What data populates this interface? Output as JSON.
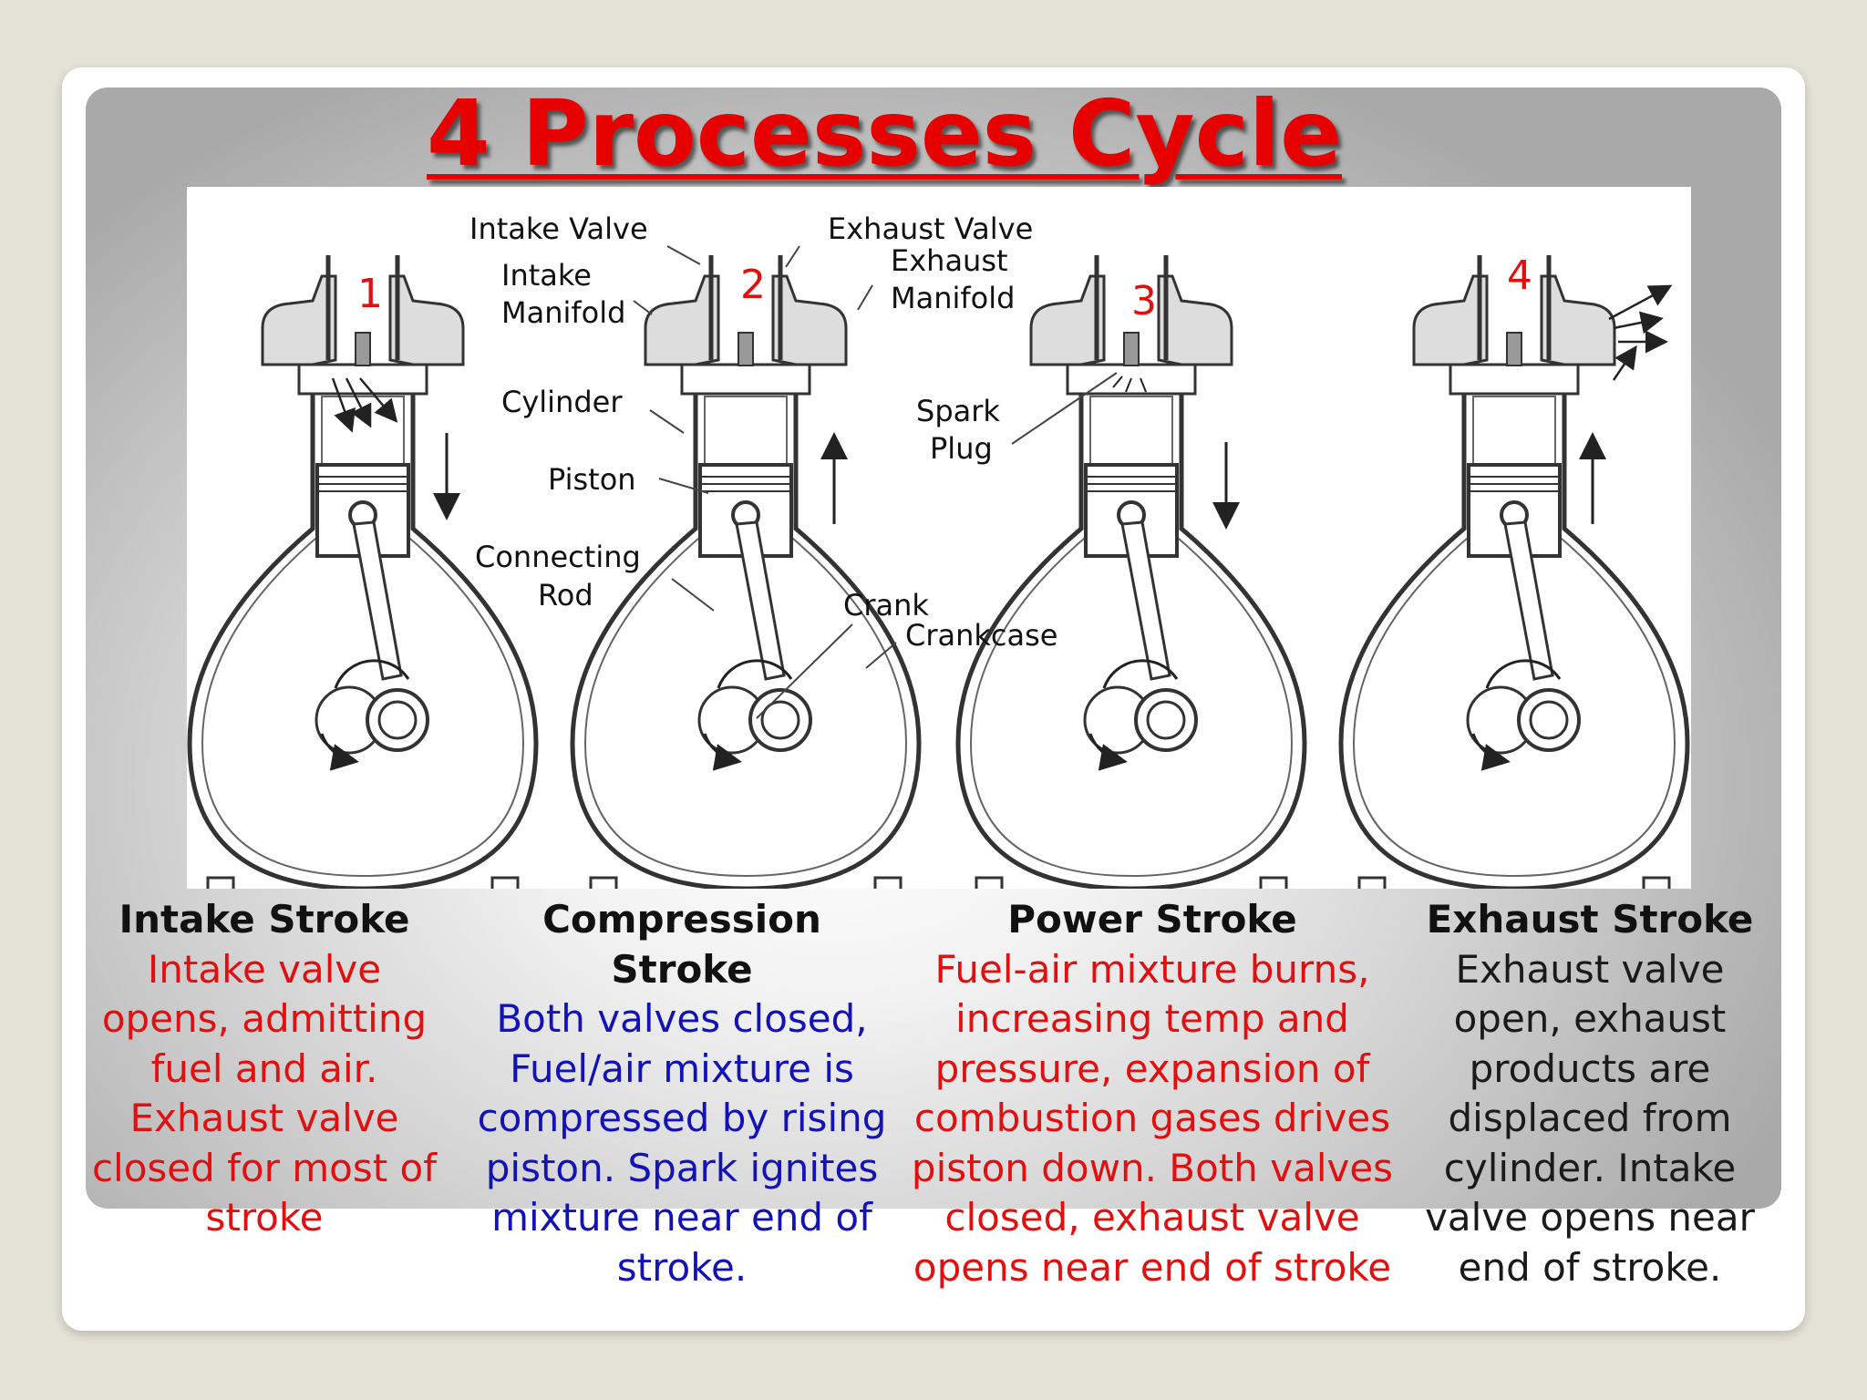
{
  "title": "4 Processes Cycle",
  "colors": {
    "title_red": "#e60000",
    "body_red": "#e01010",
    "body_blue": "#1212b8",
    "body_dark": "#1a1a1a",
    "label_number_red": "#e01010"
  },
  "stroke_numbers": [
    "1",
    "2",
    "3",
    "4"
  ],
  "part_labels": {
    "intake_valve": "Intake Valve",
    "intake_manifold_1": "Intake",
    "intake_manifold_2": "Manifold",
    "cylinder": "Cylinder",
    "piston": "Piston",
    "connecting_rod_1": "Connecting",
    "connecting_rod_2": "Rod",
    "exhaust_valve": "Exhaust Valve",
    "exhaust_manifold_1": "Exhaust",
    "exhaust_manifold_2": "Manifold",
    "spark_plug_1": "Spark",
    "spark_plug_2": "Plug",
    "crank": "Crank",
    "crankcase": "Crankcase"
  },
  "strokes": [
    {
      "heading": "Intake Stroke",
      "body": "Intake valve opens, admitting fuel and air. Exhaust valve closed for most of stroke"
    },
    {
      "heading": "Compression Stroke",
      "body": "Both valves closed, Fuel/air mixture is compressed by rising piston.  Spark ignites mixture near end of stroke."
    },
    {
      "heading": "Power Stroke",
      "body": "Fuel-air mixture burns, increasing temp and pressure, expansion of combustion gases drives piston down. Both valves closed, exhaust valve opens near end of stroke"
    },
    {
      "heading": "Exhaust Stroke",
      "body": "Exhaust valve open, exhaust products are displaced from cylinder. Intake valve opens near end of stroke."
    }
  ]
}
